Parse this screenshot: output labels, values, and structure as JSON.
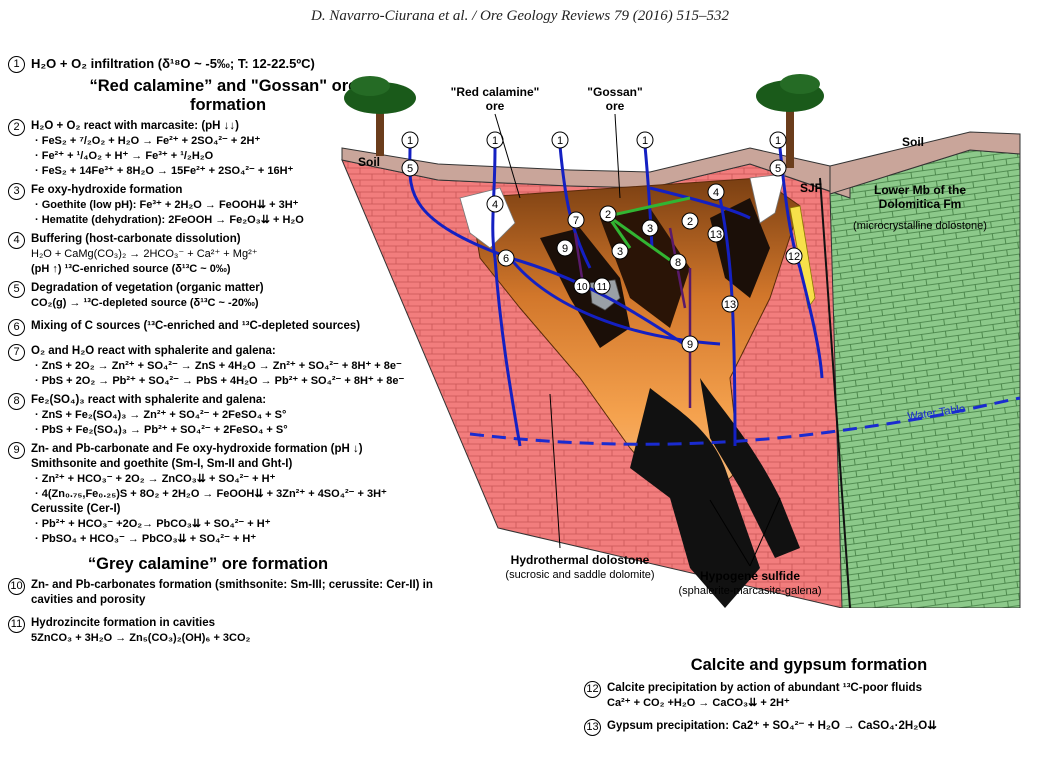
{
  "header": {
    "citation": "D. Navarro-Ciurana et al. / Ore Geology Reviews 79 (2016) 515–532"
  },
  "legend": {
    "item1": {
      "num": "1",
      "text": "H₂O + O₂ infiltration (δ¹⁸O ~ -5‰; T: 12-22.5ºC)"
    },
    "section_red": "“Red calamine” and \"Gossan\" ores formation",
    "item2": {
      "num": "2",
      "title": "H₂O + O₂ react with marcasite: (pH ↓↓)",
      "eqs": [
        "· FeS₂ + ⁷/₂O₂ + H₂O → Fe²⁺ + 2SO₄²⁻ + 2H⁺",
        "· Fe²⁺ + ¹/₄O₂ + H⁺ → Fe³⁺ + ¹/₂H₂O",
        "· FeS₂ + 14Fe³⁺ + 8H₂O → 15Fe²⁺ + 2SO₄²⁻ + 16H⁺"
      ]
    },
    "item3": {
      "num": "3",
      "title": "Fe oxy-hydroxide formation",
      "eqs": [
        "· Goethite (low pH): Fe³⁺ + 2H₂O → FeOOH⇊ + 3H⁺",
        "· Hematite (dehydration): 2FeOOH → Fe₂O₃⇊ + H₂O"
      ]
    },
    "item4": {
      "num": "4",
      "title": "Buffering (host-carbonate dissolution)",
      "eqs": [
        "H₂O + CaMg(CO₃)₂ → 2HCO₃⁻ + Ca²⁺ + Mg²⁺",
        "(pH ↑) ¹³C-enriched source (δ¹³C ~ 0‰)"
      ]
    },
    "item5": {
      "num": "5",
      "title": "Degradation of vegetation (organic matter)",
      "eqs": [
        "CO₂(g) → ¹³C-depleted source (δ¹³C ~ -20‰)"
      ]
    },
    "item6": {
      "num": "6",
      "title": "Mixing of C sources (¹³C-enriched and ¹³C-depleted sources)"
    },
    "item7": {
      "num": "7",
      "title": "O₂ and H₂O react with sphalerite and galena:",
      "eqs": [
        "· ZnS + 2O₂ → Zn²⁺ + SO₄²⁻ → ZnS + 4H₂O → Zn²⁺ + SO₄²⁻ + 8H⁺ + 8e⁻",
        "· PbS + 2O₂ → Pb²⁺ + SO₄²⁻ → PbS + 4H₂O → Pb²⁺ + SO₄²⁻ + 8H⁺ + 8e⁻"
      ]
    },
    "item8": {
      "num": "8",
      "title": "Fe₂(SO₄)₃ react with sphalerite and galena:",
      "eqs": [
        "· ZnS + Fe₂(SO₄)₃ → Zn²⁺ + SO₄²⁻ + 2FeSO₄ + S°",
        "· PbS + Fe₂(SO₄)₃ → Pb²⁺ + SO₄²⁻ + 2FeSO₄ + S°"
      ]
    },
    "item9": {
      "num": "9",
      "title": "Zn- and Pb-carbonate and Fe oxy-hydroxide formation (pH ↓)",
      "sub1": "Smithsonite and goethite (Sm-I, Sm-II and Ght-I)",
      "eqs1": [
        "· Zn²⁺ + HCO₃⁻ + 2O₂ → ZnCO₃⇊ + SO₄²⁻ + H⁺",
        "· 4(Zn₀.₇₅,Fe₀.₂₅)S + 8O₂ + 2H₂O → FeOOH⇊ + 3Zn²⁺ + 4SO₄²⁻ + 3H⁺"
      ],
      "sub2": "Cerussite (Cer-I)",
      "eqs2": [
        "· Pb²⁺ + HCO₃⁻ +2O₂→ PbCO₃⇊ + SO₄²⁻ + H⁺",
        "· PbSO₄ + HCO₃⁻ → PbCO₃⇊ + SO₄²⁻ + H⁺"
      ]
    },
    "section_grey": "“Grey calamine” ore formation",
    "item10": {
      "num": "10",
      "title": "Zn- and Pb-carbonates formation (smithsonite: Sm-III; cerussite: Cer-II) in cavities and porosity"
    },
    "item11": {
      "num": "11",
      "title": "Hydrozincite formation in cavities",
      "eqs": [
        "5ZnCO₃ + 3H₂O → Zn₅(CO₃)₂(OH)₆ + 3CO₂"
      ]
    },
    "section_calcite": "Calcite and gypsum formation",
    "item12": {
      "num": "12",
      "title": "Calcite precipitation by action of abundant ¹³C-poor fluids",
      "eqs": [
        "Ca²⁺ + CO₂ +H₂O → CaCO₃⇊ + 2H⁺"
      ]
    },
    "item13": {
      "num": "13",
      "title": "Gypsum precipitation: Ca2⁺ + SO₄²⁻ + H₂O → CaSO₄·2H₂O⇊"
    }
  },
  "diagram": {
    "labels": {
      "red_calamine": "\"Red calamine\"",
      "red_calamine2": "ore",
      "gossan": "\"Gossan\"",
      "gossan2": "ore",
      "soil_left": "Soil",
      "soil_right": "Soil",
      "sjf": "SJF",
      "lower_mb": "Lower Mb of the",
      "dolomitica": "Dolomitica Fm",
      "microcrystalline": "(microcrystalline dolostone)",
      "water_table": "Water Table",
      "hydrothermal": "Hydrothermal dolostone",
      "hydrothermal_sub": "(sucrosic and saddle dolomite)",
      "hypogene": "Hypogene sulfide",
      "hypogene_sub": "(sphalerite-marcasite-galena)"
    },
    "nums": [
      "1",
      "5",
      "1",
      "1",
      "1",
      "1",
      "5",
      "4",
      "7",
      "2",
      "3",
      "2",
      "4",
      "9",
      "3",
      "6",
      "8",
      "13",
      "10",
      "11",
      "12",
      "13",
      "9"
    ]
  }
}
